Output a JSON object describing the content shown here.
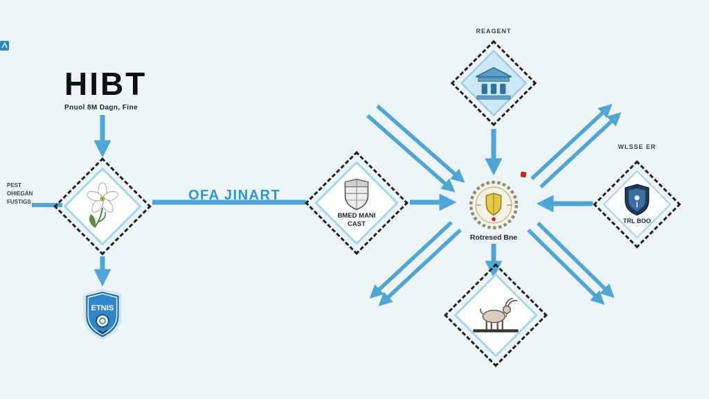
{
  "colors": {
    "background": "#edf4f8",
    "arrow": "#4fa5d5",
    "accent_text": "#2a96cf",
    "dashed_border": "#1f1f1f",
    "diamond_border": "#a5d4ec",
    "red_marker": "#c62828"
  },
  "title": {
    "main": "HIBT",
    "subtitle": "Pnuol 8M Dagn, Fine"
  },
  "left_note": {
    "lines": [
      "PEST",
      "OHIEGAN",
      "FUSTIGS"
    ]
  },
  "flow": {
    "label": "OFA JINART"
  },
  "nodes": {
    "seed": {
      "icon": "flower-icon"
    },
    "crest": {
      "icon": "shield-grid-icon",
      "label_line1": "BMED MANI",
      "label_line2": "CAST"
    },
    "hub": {
      "icon": "gear-seal-icon",
      "label": "Rotresed Bne"
    },
    "bank": {
      "icon": "bank-icon",
      "label": "REAGENT"
    },
    "guard": {
      "icon": "navy-shield-icon",
      "label": "WLSSE ER",
      "inner_label": "TRL BOO"
    },
    "animal": {
      "icon": "goat-icon"
    },
    "badge": {
      "icon": "badge-shield-icon",
      "label": "ETNIS"
    }
  }
}
